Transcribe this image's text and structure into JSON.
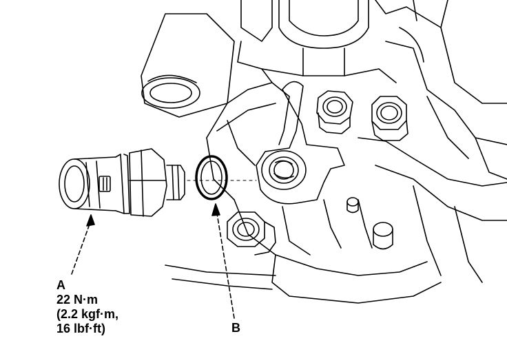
{
  "colors": {
    "line": "#000000",
    "background": "#ffffff"
  },
  "labels": {
    "a": {
      "letter": "A",
      "torque_nm": "22 N·m",
      "torque_kgfm": "(2.2 kgf·m,",
      "torque_lbfft": "16 lbf·ft)"
    },
    "b": {
      "letter": "B"
    }
  }
}
